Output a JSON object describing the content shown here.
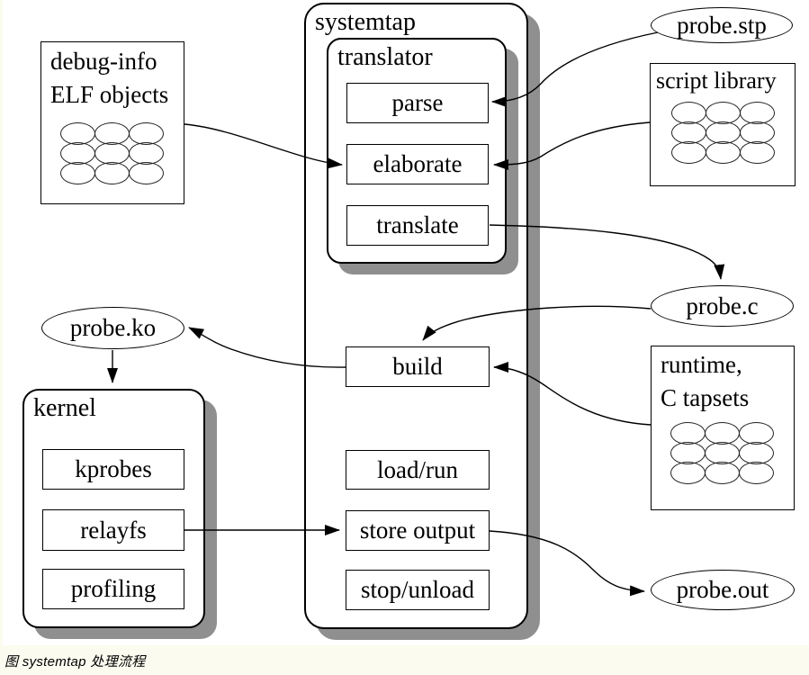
{
  "caption": "图 systemtap 处理流程",
  "colors": {
    "page_bg": "#fbfbef",
    "diagram_bg": "#ffffff",
    "shadow": "#8f8f8f",
    "line": "#000000"
  },
  "nodes": {
    "systemtap": {
      "label": "systemtap"
    },
    "translator": {
      "label": "translator"
    },
    "parse": {
      "label": "parse"
    },
    "elaborate": {
      "label": "elaborate"
    },
    "translate": {
      "label": "translate"
    },
    "build": {
      "label": "build"
    },
    "load_run": {
      "label": "load/run"
    },
    "store_output": {
      "label": "store output"
    },
    "stop_unload": {
      "label": "stop/unload"
    },
    "kernel": {
      "label": "kernel"
    },
    "kprobes": {
      "label": "kprobes"
    },
    "relayfs": {
      "label": "relayfs"
    },
    "profiling": {
      "label": "profiling"
    },
    "debug_info": {
      "line1": "debug-info",
      "line2": "ELF objects"
    },
    "script_library": {
      "label": "script library"
    },
    "runtime": {
      "line1": "runtime,",
      "line2": "C tapsets"
    },
    "probe_stp": {
      "label": "probe.stp"
    },
    "probe_c": {
      "label": "probe.c"
    },
    "probe_ko": {
      "label": "probe.ko"
    },
    "probe_out": {
      "label": "probe.out"
    }
  },
  "edges": [
    {
      "from": "debug-info ELF objects",
      "to": "elaborate"
    },
    {
      "from": "probe.stp",
      "to": "parse"
    },
    {
      "from": "script library",
      "to": "elaborate"
    },
    {
      "from": "translate",
      "to": "probe.c"
    },
    {
      "from": "probe.c",
      "to": "build"
    },
    {
      "from": "runtime, C tapsets",
      "to": "build"
    },
    {
      "from": "build",
      "to": "probe.ko"
    },
    {
      "from": "probe.ko",
      "to": "kernel"
    },
    {
      "from": "relayfs",
      "to": "store output"
    },
    {
      "from": "store output",
      "to": "probe.out"
    }
  ]
}
